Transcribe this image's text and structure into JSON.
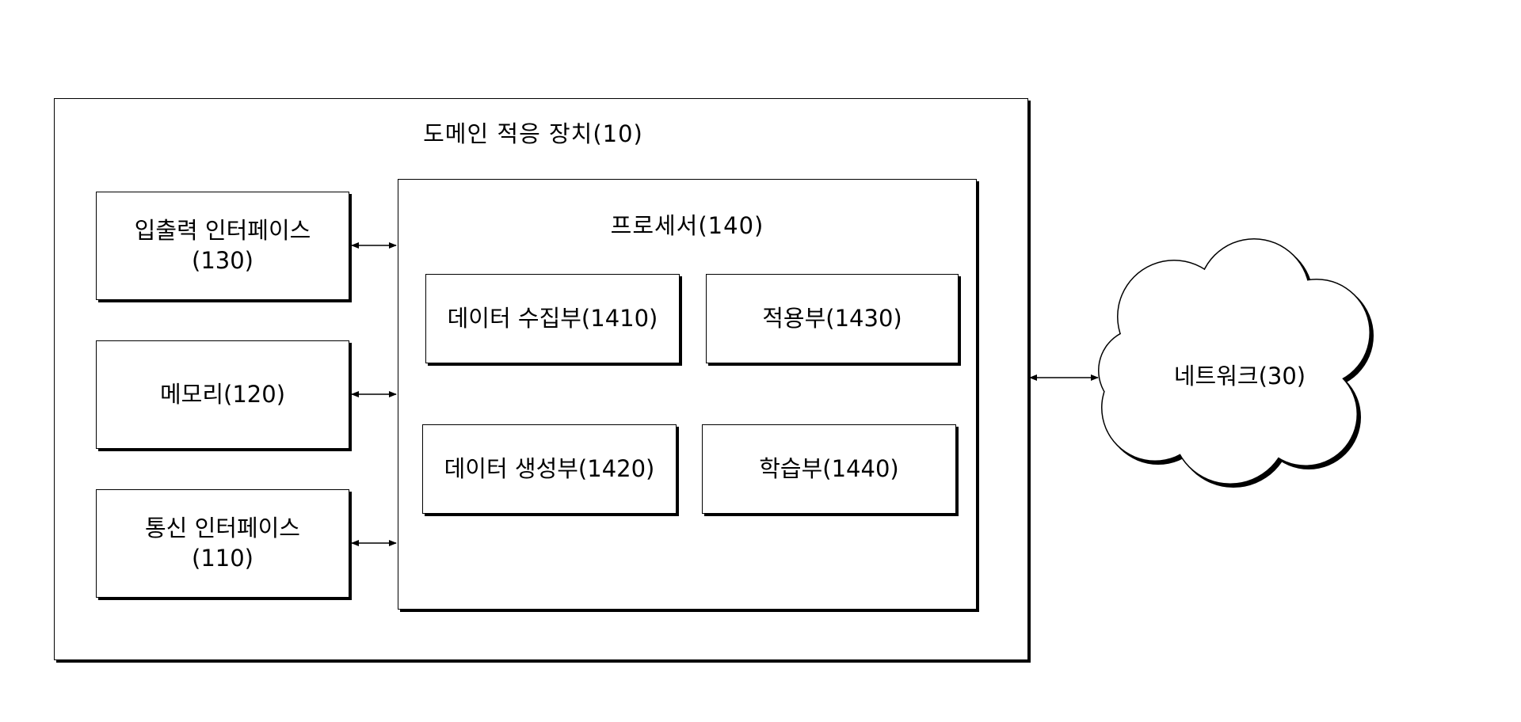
{
  "device": {
    "title": "도메인 적응 장치(10)"
  },
  "io_interface": {
    "line1": "입출력 인터페이스",
    "line2": "(130)"
  },
  "memory": {
    "label": "메모리(120)"
  },
  "comm_interface": {
    "line1": "통신 인터페이스",
    "line2": "(110)"
  },
  "processor": {
    "title": "프로세서(140)",
    "modules": {
      "data_collection": "데이터 수집부(1410)",
      "adaptation": "적용부(1430)",
      "data_generation": "데이터 생성부(1420)",
      "learning": "학습부(1440)"
    }
  },
  "network": {
    "label": "네트워크(30)"
  }
}
